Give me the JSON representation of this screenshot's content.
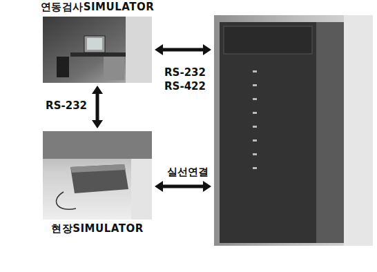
{
  "diagram": {
    "nodes": [
      {
        "text": [
          "연동검사SIMULATOR"
        ]
      },
      {
        "text": [
          "현장SIMULATOR"
        ]
      },
      {
        "text": []
      }
    ],
    "edges": [
      {
        "from": 0,
        "to": 2,
        "arrow": "both",
        "label": "RS-232 RS-422"
      },
      {
        "from": 0,
        "to": 1,
        "arrow": "both",
        "label": "RS-232"
      },
      {
        "from": 1,
        "to": 2,
        "arrow": "both",
        "label": "실선연결"
      }
    ]
  }
}
